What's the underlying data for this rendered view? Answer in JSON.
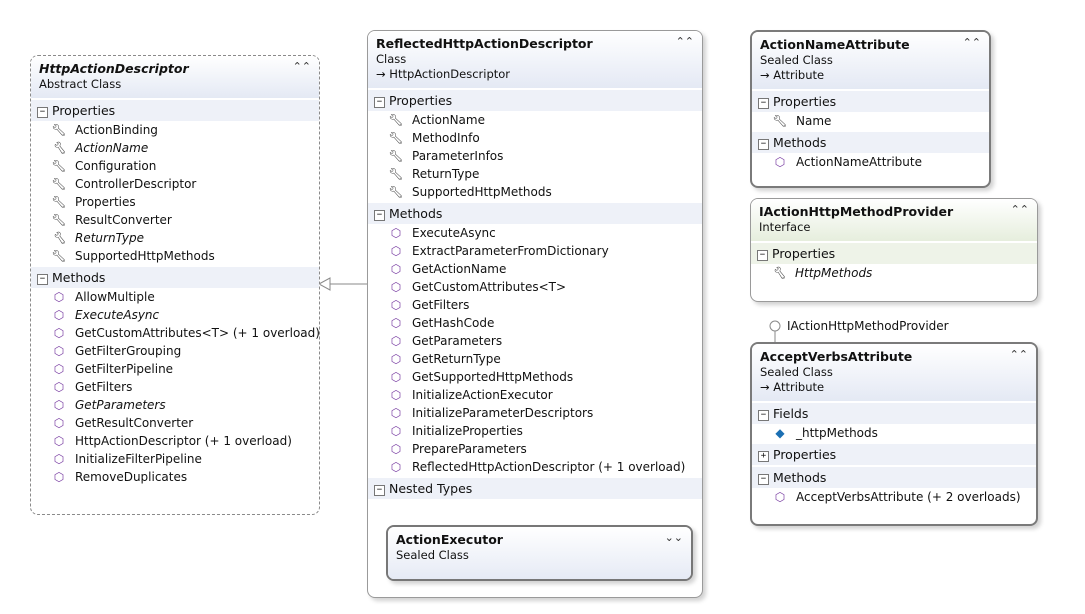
{
  "classes": {
    "http_action_descriptor": {
      "name": "HttpActionDescriptor",
      "kind": "Abstract Class",
      "sections": {
        "properties": {
          "label": "Properties",
          "items": [
            "ActionBinding",
            "ActionName",
            "Configuration",
            "ControllerDescriptor",
            "Properties",
            "ResultConverter",
            "ReturnType",
            "SupportedHttpMethods"
          ]
        },
        "methods": {
          "label": "Methods",
          "items": [
            "AllowMultiple",
            "ExecuteAsync",
            "GetCustomAttributes<T> (+ 1 overload)",
            "GetFilterGrouping",
            "GetFilterPipeline",
            "GetFilters",
            "GetParameters",
            "GetResultConverter",
            "HttpActionDescriptor (+ 1 overload)",
            "InitializeFilterPipeline",
            "RemoveDuplicates"
          ]
        }
      }
    },
    "reflected_http_action_descriptor": {
      "name": "ReflectedHttpActionDescriptor",
      "kind": "Class",
      "base": "HttpActionDescriptor",
      "sections": {
        "properties": {
          "label": "Properties",
          "items": [
            "ActionName",
            "MethodInfo",
            "ParameterInfos",
            "ReturnType",
            "SupportedHttpMethods"
          ]
        },
        "methods": {
          "label": "Methods",
          "items": [
            "ExecuteAsync",
            "ExtractParameterFromDictionary",
            "GetActionName",
            "GetCustomAttributes<T>",
            "GetFilters",
            "GetHashCode",
            "GetParameters",
            "GetReturnType",
            "GetSupportedHttpMethods",
            "InitializeActionExecutor",
            "InitializeParameterDescriptors",
            "InitializeProperties",
            "PrepareParameters",
            "ReflectedHttpActionDescriptor (+ 1 overload)"
          ]
        },
        "nested_types": {
          "label": "Nested Types",
          "nested": {
            "name": "ActionExecutor",
            "kind": "Sealed Class"
          }
        }
      }
    },
    "action_name_attribute": {
      "name": "ActionNameAttribute",
      "kind": "Sealed Class",
      "base": "Attribute",
      "sections": {
        "properties": {
          "label": "Properties",
          "items": [
            "Name"
          ]
        },
        "methods": {
          "label": "Methods",
          "items": [
            "ActionNameAttribute"
          ]
        }
      }
    },
    "iaction_http_method_provider": {
      "name": "IActionHttpMethodProvider",
      "kind": "Interface",
      "sections": {
        "properties": {
          "label": "Properties",
          "items": [
            "HttpMethods"
          ]
        }
      }
    },
    "accept_verbs_attribute": {
      "name": "AcceptVerbsAttribute",
      "kind": "Sealed Class",
      "base": "Attribute",
      "sections": {
        "fields": {
          "label": "Fields",
          "items": [
            "_httpMethods"
          ]
        },
        "properties": {
          "label": "Properties"
        },
        "methods": {
          "label": "Methods",
          "items": [
            "AcceptVerbsAttribute (+ 2 overloads)"
          ]
        }
      }
    }
  },
  "lollipop_label": "IActionHttpMethodProvider",
  "glyphs": {
    "collapse": "⌃⌃",
    "expand": "⌄⌄",
    "minus": "−",
    "plus": "+",
    "inherit_arrow": "→"
  }
}
